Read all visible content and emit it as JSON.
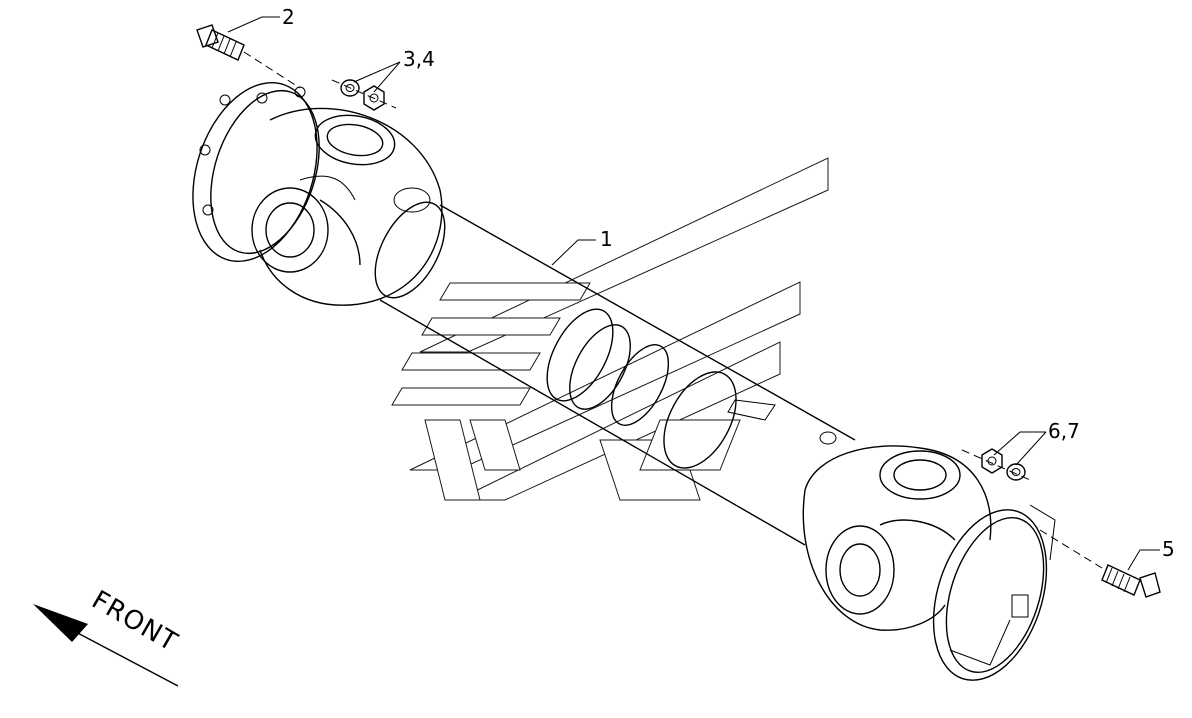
{
  "callouts": [
    {
      "id": "1",
      "text": "1"
    },
    {
      "id": "2",
      "text": "2"
    },
    {
      "id": "3",
      "text": "3,4"
    },
    {
      "id": "5",
      "text": "5"
    },
    {
      "id": "6",
      "text": "6,7"
    }
  ],
  "direction_label": "FRONT",
  "icons": [
    "front-arrow-icon",
    "watermark-logo"
  ]
}
